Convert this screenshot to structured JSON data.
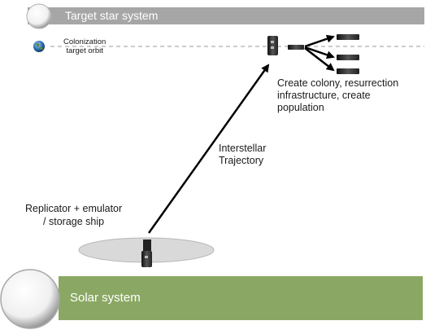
{
  "diagram": {
    "target_system_label": "Target star system",
    "colonization_orbit_label_line1": "Colonization",
    "colonization_orbit_label_line2": "target orbit",
    "colony_caption_line1": "Create colony, resurrection",
    "colony_caption_line2": "infrastructure, create",
    "colony_caption_line3": "population",
    "trajectory_label_line1": "Interstellar",
    "trajectory_label_line2": "Trajectory",
    "ship_label_line1": "Replicator + emulator",
    "ship_label_line2": "/ storage ship",
    "solar_system_label": "Solar system"
  },
  "colors": {
    "target_bar": "#a6a6a6",
    "solar_bar": "#8aa864",
    "orbit_line": "#9a9a9a",
    "arrow": "#000000",
    "launch_disc": "#d9d9d9"
  }
}
